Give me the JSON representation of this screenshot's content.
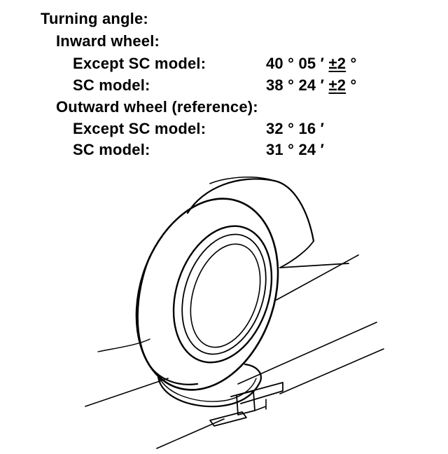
{
  "heading": "Turning angle:",
  "inward": {
    "label": "Inward wheel:",
    "rows": [
      {
        "label": "Except SC model:",
        "value_main": "40 ° 05 ′ ",
        "value_tol_sign": "±",
        "value_tol_num": "2",
        "value_tol_unit": " °"
      },
      {
        "label": "SC model:",
        "value_main": "38 ° 24 ′ ",
        "value_tol_sign": "±",
        "value_tol_num": "2",
        "value_tol_unit": " °"
      }
    ]
  },
  "outward": {
    "label": "Outward wheel (reference):",
    "rows": [
      {
        "label": "Except SC model:",
        "value": "32 ° 16 ′"
      },
      {
        "label": "SC model:",
        "value": "31 ° 24 ′"
      }
    ]
  }
}
